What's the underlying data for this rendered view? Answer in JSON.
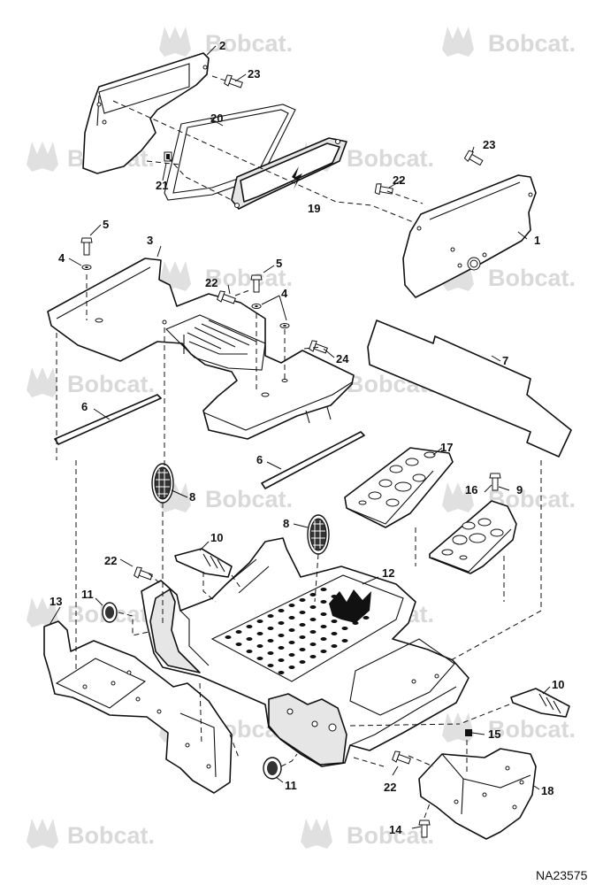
{
  "watermark": {
    "brand": "Bobcat."
  },
  "diagram_id": "NA23575",
  "callouts": [
    {
      "id": "c1",
      "label": "1"
    },
    {
      "id": "c2",
      "label": "2"
    },
    {
      "id": "c3",
      "label": "3"
    },
    {
      "id": "c4a",
      "label": "4"
    },
    {
      "id": "c4b",
      "label": "4"
    },
    {
      "id": "c5a",
      "label": "5"
    },
    {
      "id": "c5b",
      "label": "5"
    },
    {
      "id": "c6a",
      "label": "6"
    },
    {
      "id": "c6b",
      "label": "6"
    },
    {
      "id": "c7",
      "label": "7"
    },
    {
      "id": "c8a",
      "label": "8"
    },
    {
      "id": "c8b",
      "label": "8"
    },
    {
      "id": "c9",
      "label": "9"
    },
    {
      "id": "c10a",
      "label": "10"
    },
    {
      "id": "c10b",
      "label": "10"
    },
    {
      "id": "c11a",
      "label": "11"
    },
    {
      "id": "c11b",
      "label": "11"
    },
    {
      "id": "c12",
      "label": "12"
    },
    {
      "id": "c13",
      "label": "13"
    },
    {
      "id": "c14",
      "label": "14"
    },
    {
      "id": "c15",
      "label": "15"
    },
    {
      "id": "c16",
      "label": "16"
    },
    {
      "id": "c17",
      "label": "17"
    },
    {
      "id": "c18",
      "label": "18"
    },
    {
      "id": "c19",
      "label": "19"
    },
    {
      "id": "c20",
      "label": "20"
    },
    {
      "id": "c21",
      "label": "21"
    },
    {
      "id": "c22a",
      "label": "22"
    },
    {
      "id": "c22b",
      "label": "22"
    },
    {
      "id": "c22c",
      "label": "22"
    },
    {
      "id": "c22d",
      "label": "22"
    },
    {
      "id": "c23a",
      "label": "23"
    },
    {
      "id": "c23b",
      "label": "23"
    },
    {
      "id": "c24",
      "label": "24"
    }
  ]
}
